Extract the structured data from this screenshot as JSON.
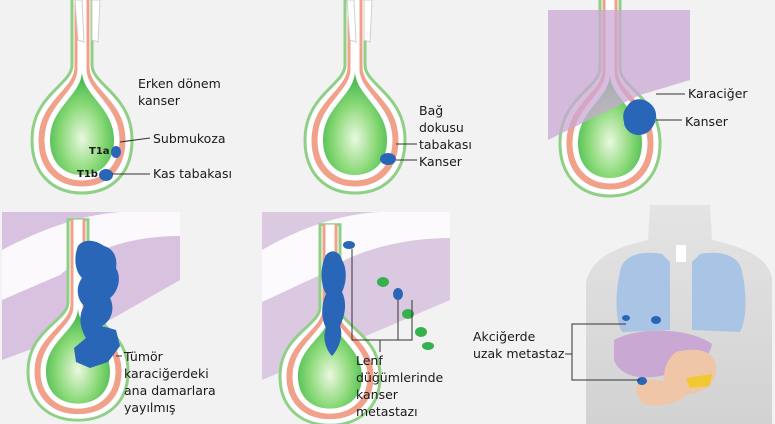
{
  "colors": {
    "background": "#f2f2f2",
    "gallbladder": "#5ec85a",
    "mucosa_ring": "#ee9a86",
    "outer_ring": "#9fd49a",
    "cancer": "#2a66b8",
    "liver": "#c9a8d4",
    "lymph_node": "#36b04d",
    "lung": "#a9c4e4",
    "torso": "#d9d9d9"
  },
  "panels": [
    {
      "id": "early-stage",
      "labels": {
        "title": [
          "Erken dönem",
          "kanser"
        ],
        "submucosa": "Submukoza",
        "muscle": "Kas tabakası",
        "t1a": "T1a",
        "t1b": "T1b"
      }
    },
    {
      "id": "connective-tissue",
      "labels": {
        "layer": [
          "Bağ",
          "dokusu",
          "tabakası"
        ],
        "cancer": "Kanser"
      }
    },
    {
      "id": "liver-invasion",
      "labels": {
        "liver": "Karaciğer",
        "cancer": "Kanser"
      }
    },
    {
      "id": "vessel-spread",
      "labels": {
        "caption": [
          "Tümör",
          "karaciğerdeki",
          "ana damarlara",
          "yayılmış"
        ]
      }
    },
    {
      "id": "lymph-metastasis",
      "labels": {
        "caption": [
          "Lenf",
          "düğümlerinde",
          "kanser",
          "metastazı"
        ]
      }
    },
    {
      "id": "distant-metastasis",
      "labels": {
        "caption": [
          "Akciğerde",
          "uzak metastaz"
        ]
      }
    }
  ]
}
